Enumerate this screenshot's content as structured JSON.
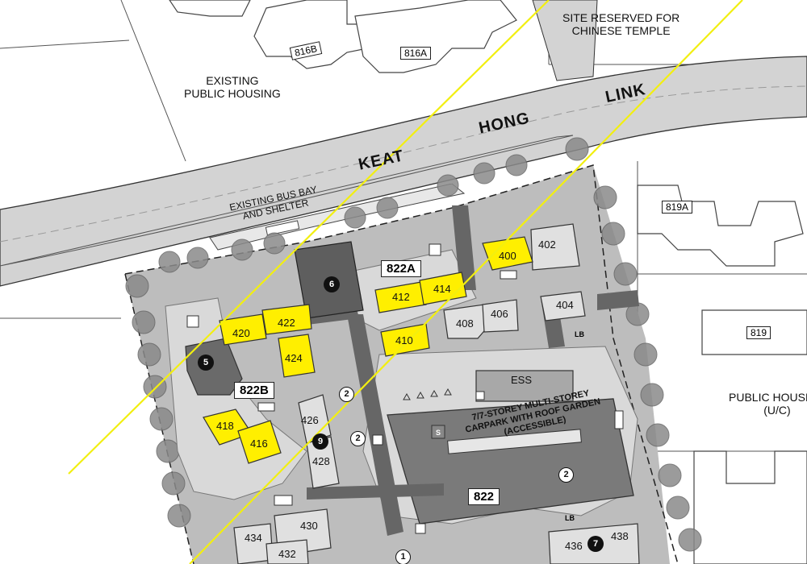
{
  "map": {
    "roads": {
      "road_word_1": "KEAT",
      "road_word_2": "HONG",
      "road_word_3": "LINK"
    },
    "areas": {
      "existing_public_housing": "EXISTING\nPUBLIC HOUSING",
      "site_reserved": "SITE RESERVED FOR\nCHINESE TEMPLE",
      "public_housing_uc": "PUBLIC HOUSING\n(U/C)",
      "bus_bay": "EXISTING BUS BAY\nAND SHELTER",
      "carpark": "7/7-STOREY MULTI-STOREY\nCARPARK WITH ROOF GARDEN\n(ACCESSIBLE)",
      "ess": "ESS",
      "lb": "LB",
      "s": "S"
    },
    "block_tags": {
      "b816b": "816B",
      "b816a": "816A",
      "b819a": "819A",
      "b819": "819",
      "b822a": "822A",
      "b822b": "822B",
      "b822": "822"
    },
    "highlighted_blocks": [
      "400",
      "412",
      "414",
      "410",
      "420",
      "422",
      "424",
      "418",
      "416"
    ],
    "other_blocks": [
      "402",
      "404",
      "406",
      "408",
      "426",
      "428",
      "430",
      "432",
      "434",
      "436",
      "438"
    ],
    "markers": [
      "1",
      "2",
      "5",
      "6",
      "7",
      "9"
    ],
    "colors": {
      "highlight": "#ffef00",
      "line": "#f2ef10",
      "grey": "#9a9a9a",
      "dark": "#5e5e5e"
    }
  }
}
